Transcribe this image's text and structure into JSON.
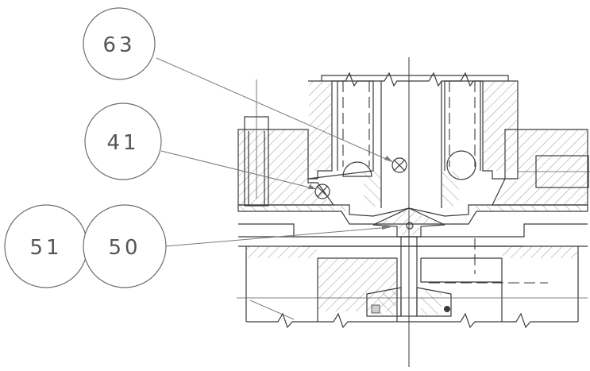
{
  "callouts": [
    {
      "id": "63",
      "label": "63"
    },
    {
      "id": "41",
      "label": "41"
    },
    {
      "id": "51",
      "label": "51"
    },
    {
      "id": "50",
      "label": "50"
    }
  ],
  "colors": {
    "line": "#3a3a3a",
    "bubble_stroke": "#6d6d6d",
    "text": "#555555"
  }
}
